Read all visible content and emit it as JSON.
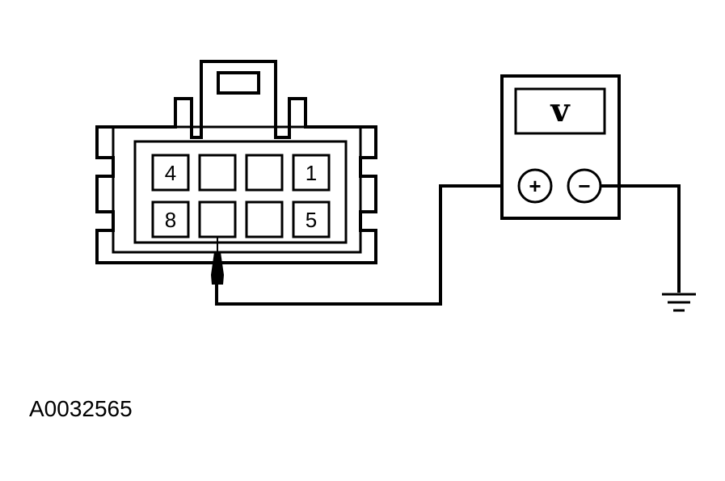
{
  "connector": {
    "pins": [
      {
        "label": "4"
      },
      {
        "label": ""
      },
      {
        "label": ""
      },
      {
        "label": "1"
      },
      {
        "label": "8"
      },
      {
        "label": ""
      },
      {
        "label": ""
      },
      {
        "label": "5"
      }
    ]
  },
  "meter": {
    "display": "v",
    "positive_terminal": "+",
    "negative_terminal": "−"
  },
  "figure_id": "A0032565"
}
